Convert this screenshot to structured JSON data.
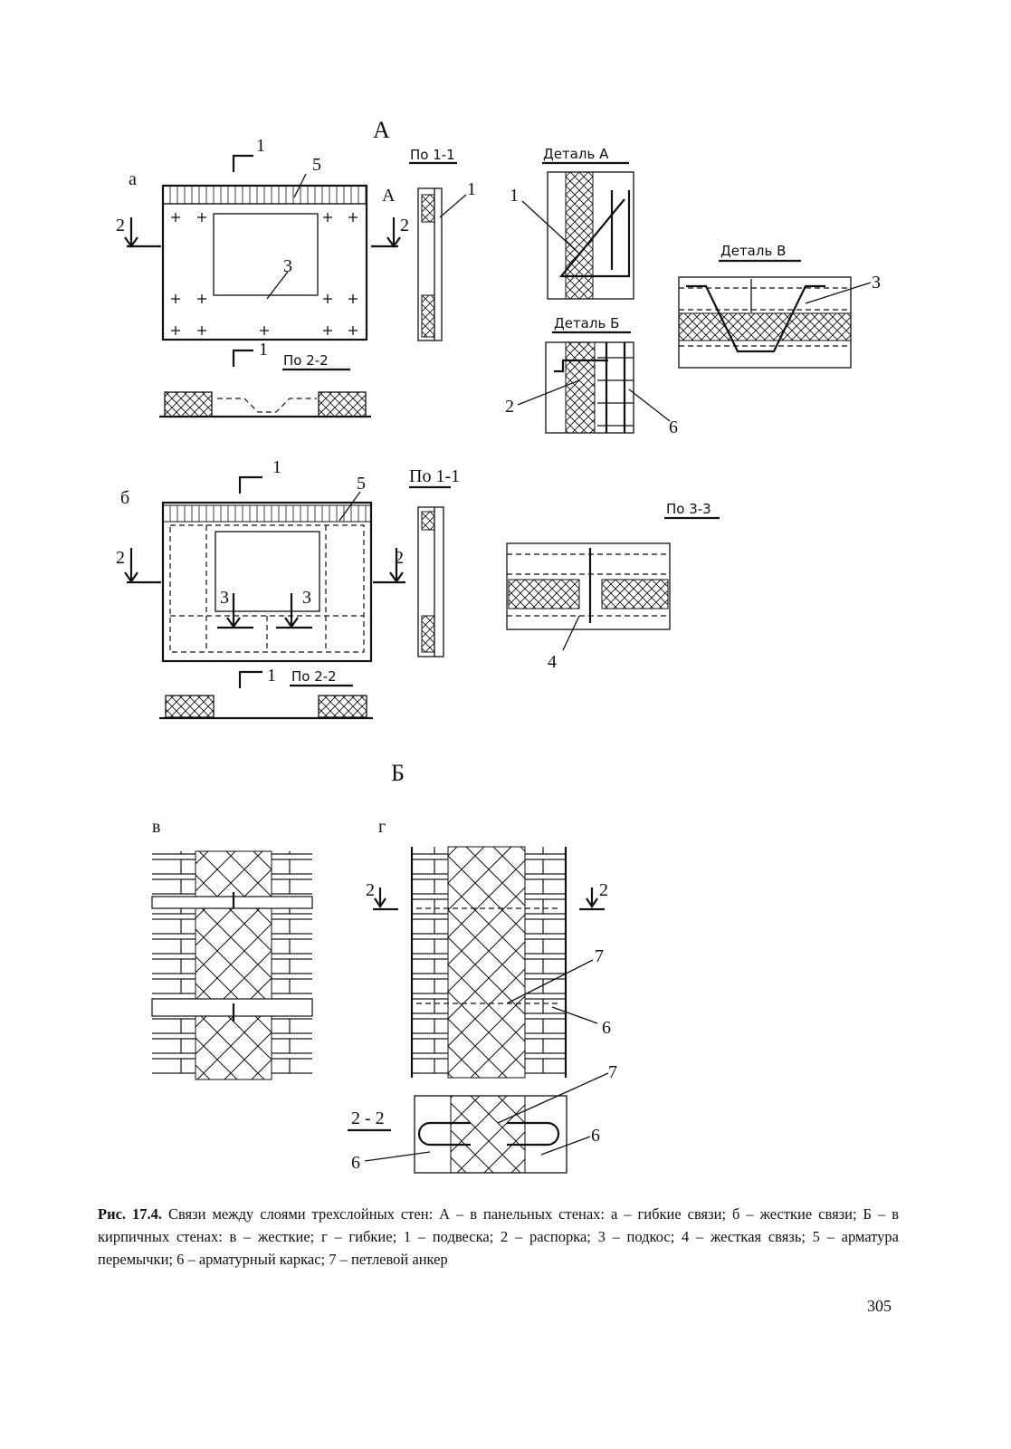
{
  "labels": {
    "part_a": "А",
    "part_b": "Б",
    "sub_a": "а",
    "sub_b": "б",
    "sub_v": "в",
    "sub_g": "г",
    "sec_1_1": "По 1-1",
    "sec_2_2": "По 2-2",
    "sec_3_3": "По 3-3",
    "detail_a": "Деталь А",
    "detail_b": "Деталь Б",
    "detail_v": "Деталь В",
    "letter_a": "А",
    "sec_2_2_plain": "2 - 2",
    "n1": "1",
    "n2": "2",
    "n3": "3",
    "n4": "4",
    "n5": "5",
    "n6": "6",
    "n7": "7"
  },
  "caption": {
    "prefix": "Рис. 17.4.",
    "text": " Связи между слоями трехслойных стен: А – в панельных стенах: а – гибкие связи; б – жесткие связи; Б – в кирпичных стенах: в – жесткие; г – гибкие; 1 – подвеска; 2 – распорка; 3 – подкос; 4 – жесткая связь; 5 – арматура перемычки; 6 – арматурный каркас; 7 – петлевой анкер"
  },
  "page_number": "305"
}
